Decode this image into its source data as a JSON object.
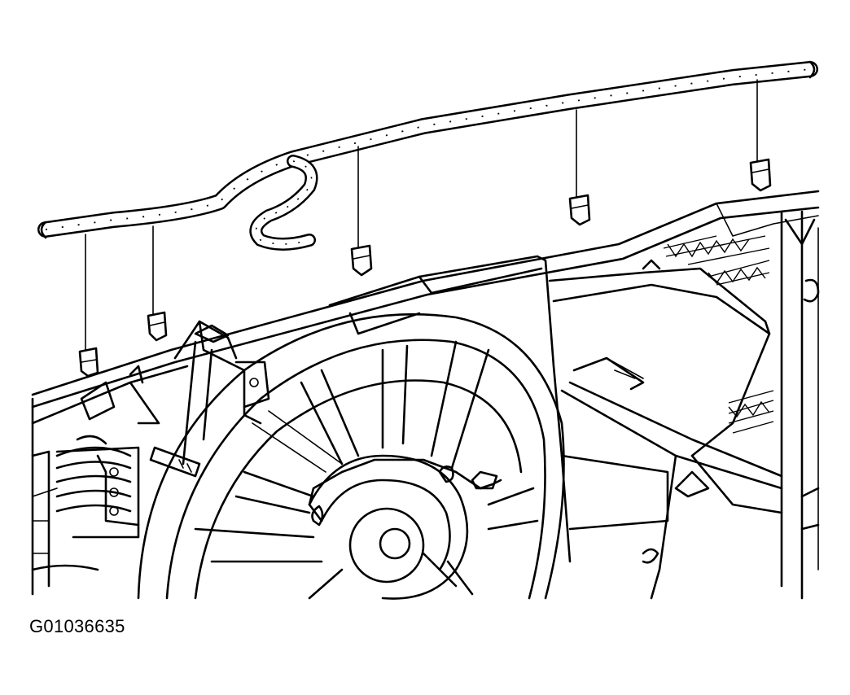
{
  "figure": {
    "id_label": "G01036635"
  },
  "colors": {
    "line": "#000000",
    "background": "#ffffff"
  },
  "clips": [
    {
      "name": "clip-1"
    },
    {
      "name": "clip-2"
    },
    {
      "name": "clip-3"
    },
    {
      "name": "clip-4"
    },
    {
      "name": "clip-5"
    }
  ]
}
